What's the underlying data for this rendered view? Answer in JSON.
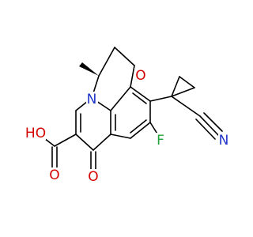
{
  "molecule": {
    "atoms": {
      "ring_oxygen": {
        "label": "O",
        "color": "#d40000"
      },
      "ring_nitrogen": {
        "label": "N",
        "color": "#1f35c9"
      },
      "hydroxyl": {
        "label": "HO",
        "color": "#d40000"
      },
      "acid_carbonyl_oxygen": {
        "label": "O",
        "color": "#d40000"
      },
      "ketone_oxygen": {
        "label": "O",
        "color": "#d40000"
      },
      "fluorine": {
        "label": "F",
        "color": "#22a33a"
      },
      "nitrile_nitrogen": {
        "label": "N",
        "color": "#1f35c9"
      }
    },
    "bond_color": "#000000",
    "background": "#ffffff"
  }
}
